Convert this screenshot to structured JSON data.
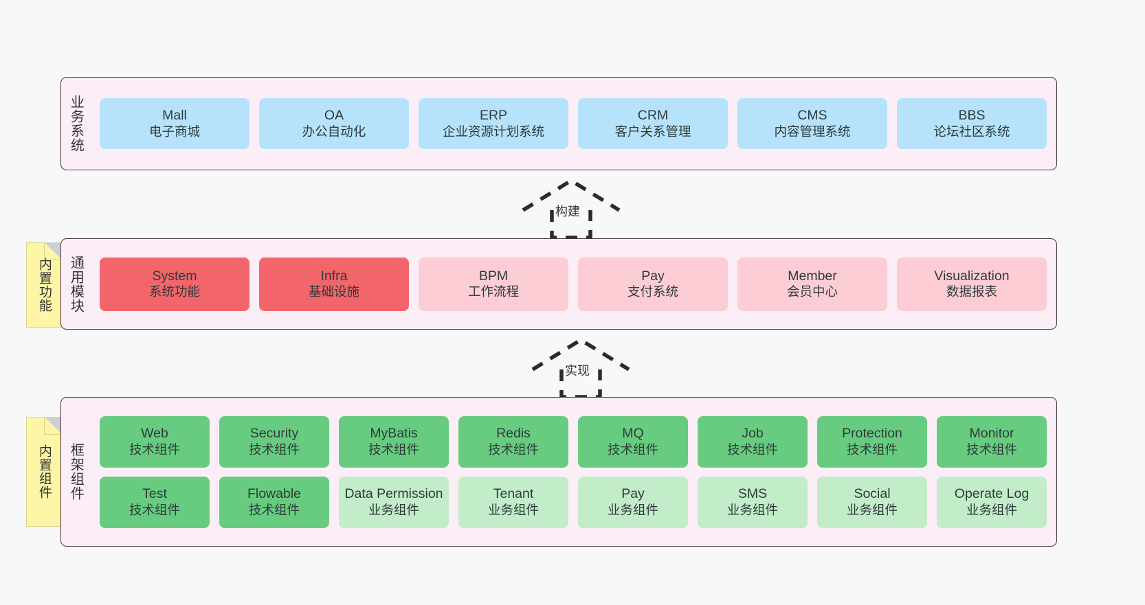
{
  "diagram": {
    "layers": [
      {
        "id": "business",
        "label": "业务系统",
        "rows": [
          [
            {
              "en": "Mall",
              "zh": "电子商城",
              "color": "#b6e3fb"
            },
            {
              "en": "OA",
              "zh": "办公自动化",
              "color": "#b6e3fb"
            },
            {
              "en": "ERP",
              "zh": "企业资源计划系统",
              "color": "#b6e3fb"
            },
            {
              "en": "CRM",
              "zh": "客户关系管理",
              "color": "#b6e3fb"
            },
            {
              "en": "CMS",
              "zh": "内容管理系统",
              "color": "#b6e3fb"
            },
            {
              "en": "BBS",
              "zh": "论坛社区系统",
              "color": "#b6e3fb"
            }
          ]
        ]
      },
      {
        "id": "common",
        "label": "通用模块",
        "note": "内置功能",
        "rows": [
          [
            {
              "en": "System",
              "zh": "系统功能",
              "color": "#f2656a"
            },
            {
              "en": "Infra",
              "zh": "基础设施",
              "color": "#f2656a"
            },
            {
              "en": "BPM",
              "zh": "工作流程",
              "color": "#fccdd4"
            },
            {
              "en": "Pay",
              "zh": "支付系统",
              "color": "#fccdd4"
            },
            {
              "en": "Member",
              "zh": "会员中心",
              "color": "#fccdd4"
            },
            {
              "en": "Visualization",
              "zh": "数据报表",
              "color": "#fccdd4"
            }
          ]
        ]
      },
      {
        "id": "framework",
        "label": "框架组件",
        "note": "内置组件",
        "rows": [
          [
            {
              "en": "Web",
              "zh": "技术组件",
              "color": "#67cc80"
            },
            {
              "en": "Security",
              "zh": "技术组件",
              "color": "#67cc80"
            },
            {
              "en": "MyBatis",
              "zh": "技术组件",
              "color": "#67cc80"
            },
            {
              "en": "Redis",
              "zh": "技术组件",
              "color": "#67cc80"
            },
            {
              "en": "MQ",
              "zh": "技术组件",
              "color": "#67cc80"
            },
            {
              "en": "Job",
              "zh": "技术组件",
              "color": "#67cc80"
            },
            {
              "en": "Protection",
              "zh": "技术组件",
              "color": "#67cc80"
            },
            {
              "en": "Monitor",
              "zh": "技术组件",
              "color": "#67cc80"
            }
          ],
          [
            {
              "en": "Test",
              "zh": "技术组件",
              "color": "#67cc80"
            },
            {
              "en": "Flowable",
              "zh": "技术组件",
              "color": "#67cc80"
            },
            {
              "en": "Data Permission",
              "zh": "业务组件",
              "color": "#c3ecc9"
            },
            {
              "en": "Tenant",
              "zh": "业务组件",
              "color": "#c3ecc9"
            },
            {
              "en": "Pay",
              "zh": "业务组件",
              "color": "#c3ecc9"
            },
            {
              "en": "SMS",
              "zh": "业务组件",
              "color": "#c3ecc9"
            },
            {
              "en": "Social",
              "zh": "业务组件",
              "color": "#c3ecc9"
            },
            {
              "en": "Operate Log",
              "zh": "业务组件",
              "color": "#c3ecc9"
            }
          ]
        ]
      }
    ],
    "connectors": [
      {
        "id": "build",
        "label": "构建"
      },
      {
        "id": "impl",
        "label": "实现"
      }
    ],
    "colors": {
      "panel_bg": "#fbeef6",
      "panel_border": "#4a3742",
      "note_bg": "#fdf6a6",
      "canvas_bg": "#f8f8f8",
      "business_node": "#b6e3fb",
      "module_strong": "#f2656a",
      "module_soft": "#fccdd4",
      "component_strong": "#67cc80",
      "component_soft": "#c3ecc9"
    }
  }
}
